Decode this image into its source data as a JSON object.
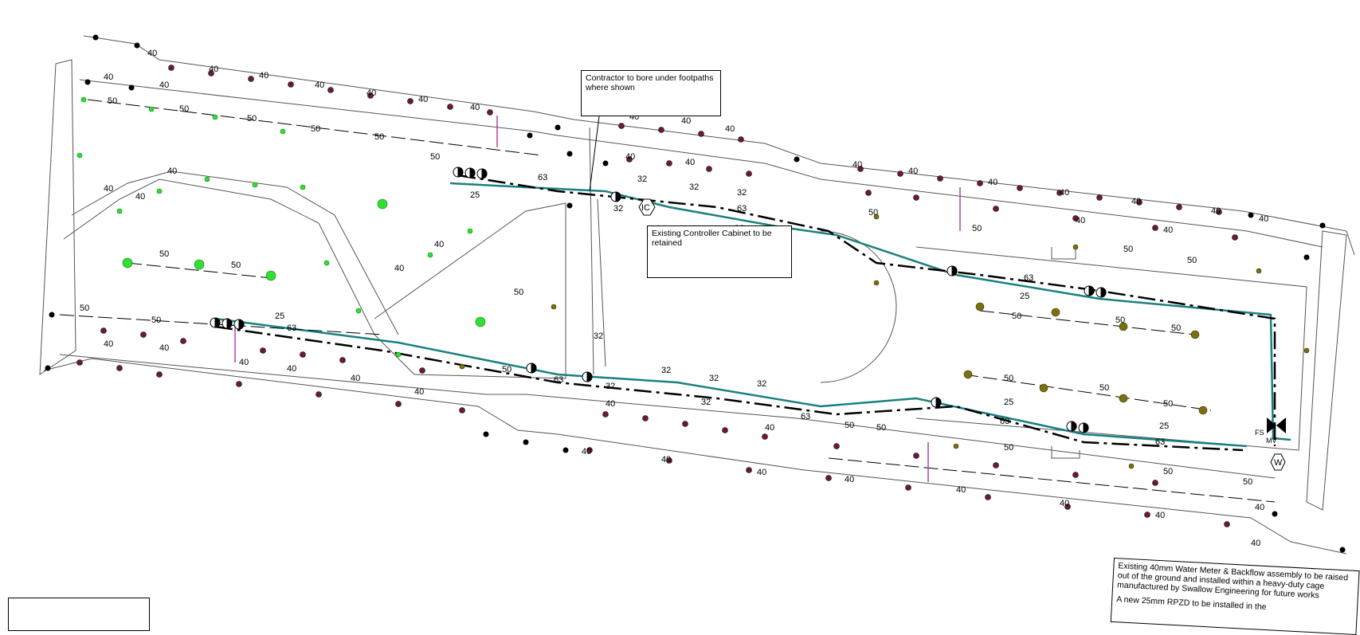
{
  "notes": {
    "bore": "Contractor to bore under footpaths where shown",
    "cabinet": "Existing Controller Cabinet to be retained",
    "meter_1": "Existing 40mm Water Meter & Backflow assembly to be raised out of the ground and installed within a heavy-duty cage manufactured by Swallow Engineering for future works",
    "meter_2": "A new 25mm RPZD to be installed in the"
  },
  "symbols": {
    "controller": "IC",
    "flow_sensor": "FS",
    "master_valve": "MV",
    "water_meter": "W"
  },
  "sizes": {
    "lateral_40": "40",
    "lateral_50": "50",
    "lateral_32": "32",
    "lateral_25": "25",
    "main_63": "63"
  },
  "colors": {
    "mainline": "#1a8080",
    "lateral": "#000000",
    "sleeve": "#b040b0",
    "shrub_head": "#6b1a3c",
    "turf_head": "#33dd33",
    "rotor_head": "#7a7010",
    "outline": "#555555"
  },
  "icons": [
    "valve-icon",
    "controller-icon",
    "water-meter-icon",
    "flow-sensor-icon",
    "master-valve-icon",
    "sprinkler-head-icon"
  ]
}
